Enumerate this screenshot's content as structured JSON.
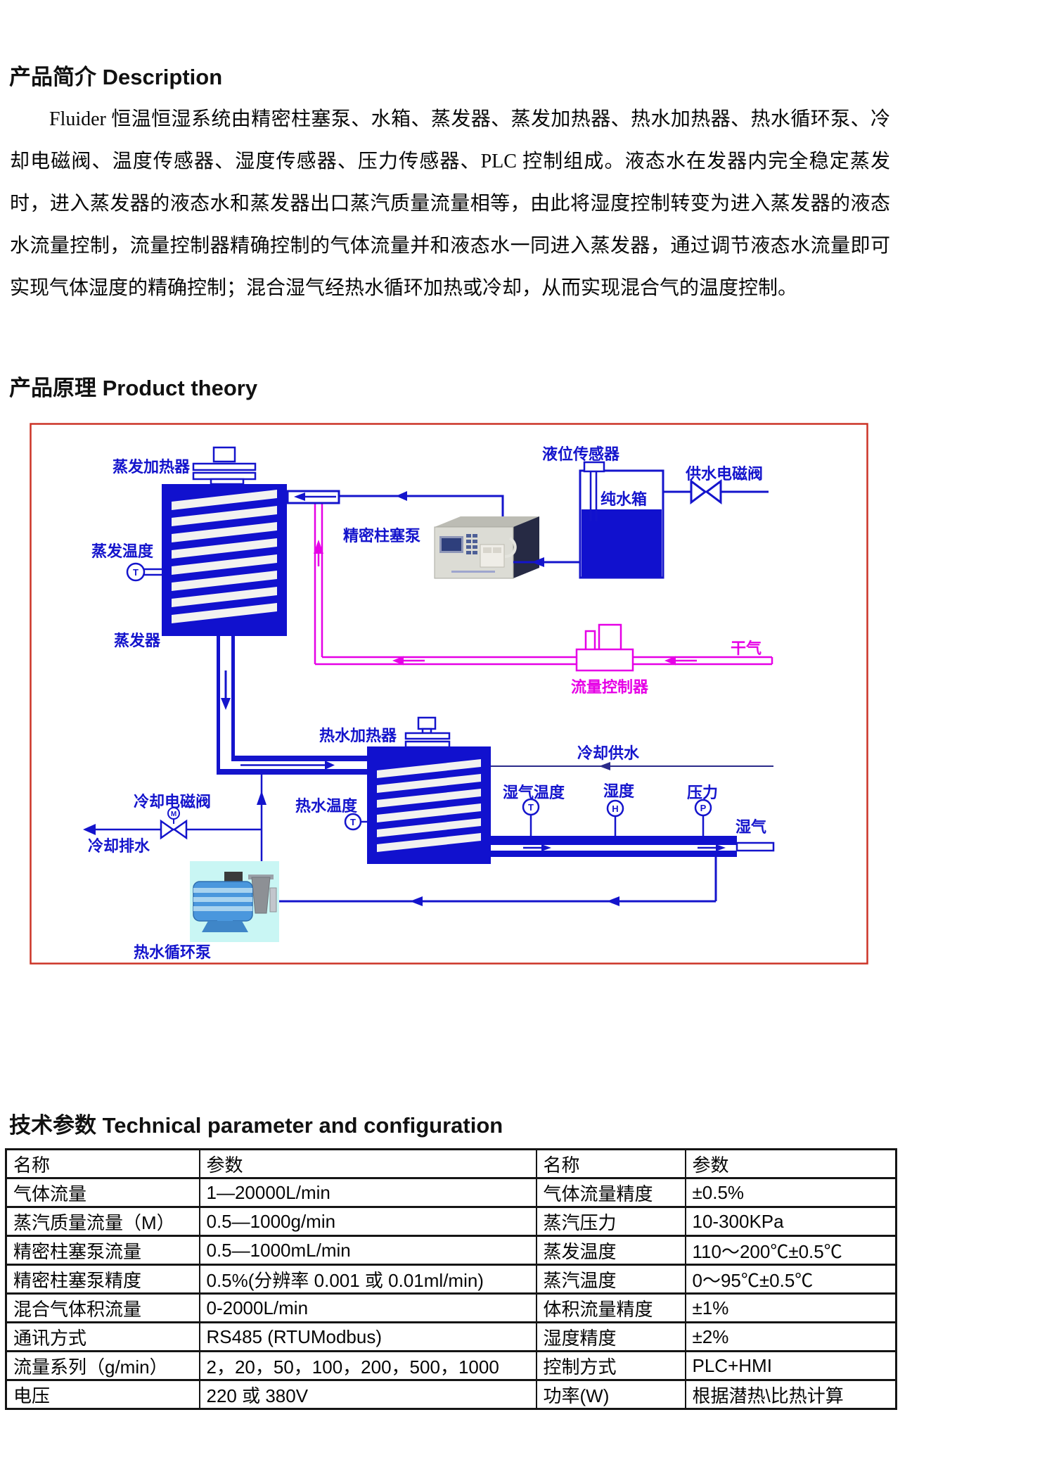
{
  "document": {
    "section1_title": "产品简介  Description",
    "intro_paragraph": "Fluider 恒温恒湿系统由精密柱塞泵、水箱、蒸发器、蒸发加热器、热水加热器、热水循环泵、冷却电磁阀、温度传感器、湿度传感器、压力传感器、PLC 控制组成。液态水在发器内完全稳定蒸发时，进入蒸发器的液态水和蒸发器出口蒸汽质量流量相等，由此将湿度控制转变为进入蒸发器的液态水流量控制，流量控制器精确控制的气体流量并和液态水一同进入蒸发器，通过调节液态水流量即可实现气体湿度的精确控制；混合湿气经热水循环加热或冷却，从而实现混合气的温度控制。",
    "section2_title": "产品原理 Product theory",
    "section3_title": "技术参数 Technical parameter and configuration"
  },
  "diagram": {
    "labels": {
      "evap_heater": "蒸发加热器",
      "evap_temp": "蒸发温度",
      "evaporator": "蒸发器",
      "piston_pump": "精密柱塞泵",
      "level_sensor": "液位传感器",
      "pure_water_tank": "纯水箱",
      "supply_valve": "供水电磁阀",
      "dry_gas": "干气",
      "flow_controller": "流量控制器",
      "hot_water_heater": "热水加热器",
      "cooling_supply": "冷却供水",
      "hot_water_temp": "热水温度",
      "wet_gas_temp": "湿气温度",
      "humidity": "湿度",
      "pressure": "压力",
      "wet_gas": "湿气",
      "cooling_valve": "冷却电磁阀",
      "cooling_drain": "冷却排水",
      "circulating_pump": "热水循环泵"
    },
    "sensor_tags": {
      "temperature": "T",
      "humidity": "H",
      "pressure": "P",
      "motor_valve": "M"
    },
    "colors": {
      "line_blue": "#1414cc",
      "fill_blue": "#1111ce",
      "magenta": "#e600e6",
      "border_red": "#cc3326",
      "pump_backdrop": "#c9f6f4"
    }
  },
  "table": {
    "headers": [
      "名称",
      "参数",
      "名称",
      "参数"
    ],
    "rows": [
      [
        "气体流量",
        "1—20000L/min",
        "气体流量精度",
        "±0.5%"
      ],
      [
        "蒸汽质量流量（M）",
        "0.5—1000g/min",
        "蒸汽压力",
        "10-300KPa"
      ],
      [
        "精密柱塞泵流量",
        "0.5—1000mL/min",
        "蒸发温度",
        "110～200℃±0.5℃"
      ],
      [
        "精密柱塞泵精度",
        "0.5%(分辨率 0.001 或 0.01ml/min)",
        "蒸汽温度",
        "0～95℃±0.5℃"
      ],
      [
        "混合气体积流量",
        "0-2000L/min",
        "体积流量精度",
        "±1%"
      ],
      [
        "通讯方式",
        "RS485 (RTUModbus)",
        "湿度精度",
        "±2%"
      ],
      [
        "流量系列（g/min）",
        "2，20，50，100，200，500，1000",
        "控制方式",
        "PLC+HMI"
      ],
      [
        "电压",
        "220 或 380V",
        "功率(W)",
        "根据潜热\\比热计算"
      ]
    ]
  }
}
